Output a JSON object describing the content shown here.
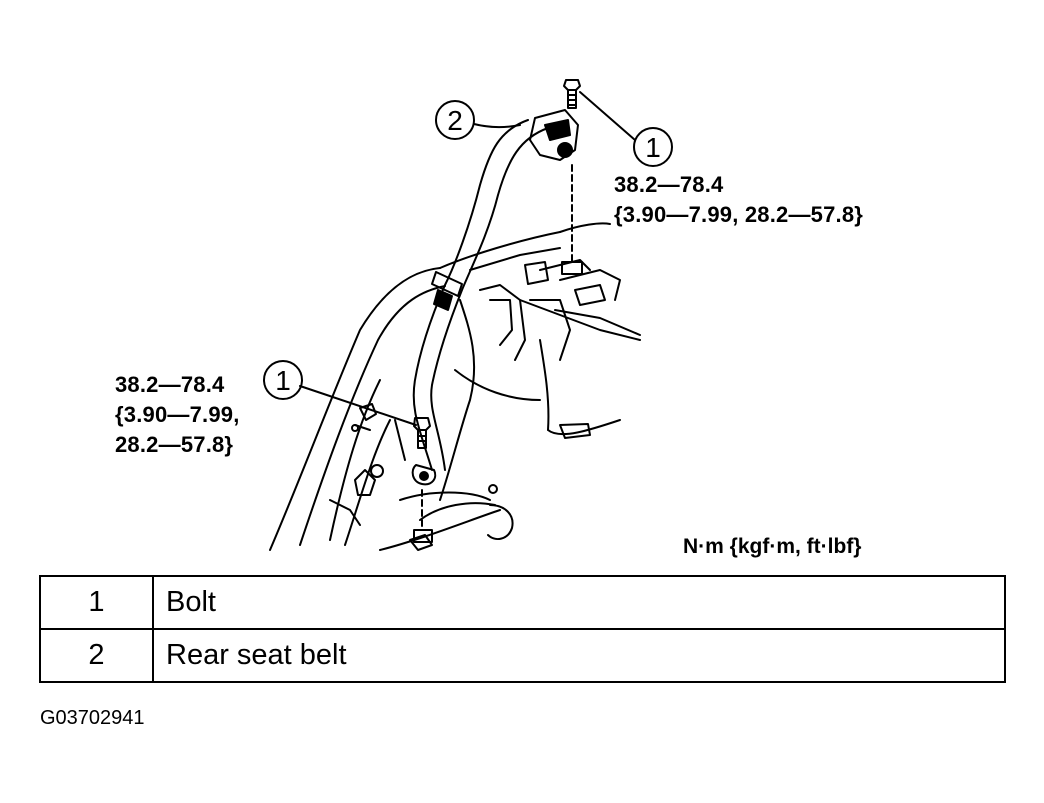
{
  "callouts": [
    {
      "id": "callout-2",
      "label": "2"
    },
    {
      "id": "callout-1-upper",
      "label": "1"
    },
    {
      "id": "callout-1-lower",
      "label": "1"
    }
  ],
  "torque_upper": {
    "line1": "38.2—78.4",
    "line2": "{3.90—7.99, 28.2—57.8}"
  },
  "torque_lower": {
    "line1": "38.2—78.4",
    "line2": "{3.90—7.99,",
    "line3": "28.2—57.8}"
  },
  "units": "N·m {kgf·m, ft·lbf}",
  "parts": [
    {
      "number": "1",
      "description": "Bolt"
    },
    {
      "number": "2",
      "description": "Rear seat belt"
    }
  ],
  "figure_id": "G03702941"
}
